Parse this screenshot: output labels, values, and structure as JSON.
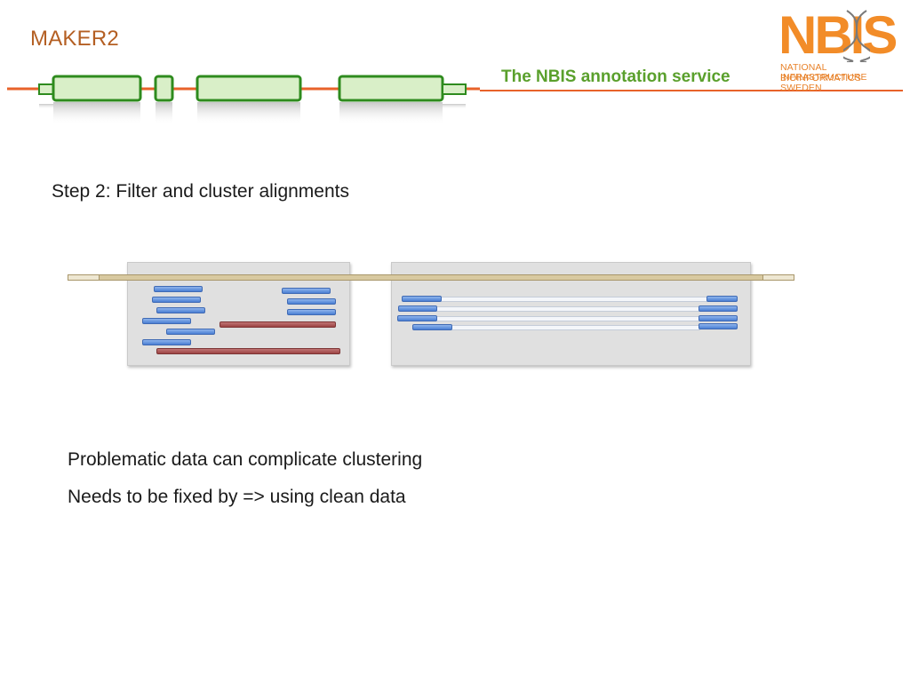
{
  "slide": {
    "title": "MAKER2",
    "subtitle": "The NBIS annotation service",
    "step_heading": "Step 2: Filter and cluster alignments",
    "bullets": [
      "Problematic data can complicate clustering",
      "Needs to be fixed by => using clean data"
    ]
  },
  "logo": {
    "letters": "NBIS",
    "line1": "NATIONAL BIOINFORMATICS",
    "line2": "INFRASTRUCTURE SWEDEN"
  },
  "colors": {
    "title": "#b45f23",
    "subtitle": "#5aa02c",
    "logo": "#f28c28",
    "exon_fill": "#d9efc8",
    "exon_border": "#2e8b1e",
    "header_line": "#e8622a",
    "read_blue": "#4a7fd4",
    "problem_red": "#9c4444",
    "panel_gray": "#e0e0e0",
    "genome_bar": "#d8c9a0"
  },
  "icons": {
    "gene_model": "gene-model-icon",
    "dna_helix": "dna-helix-icon"
  }
}
